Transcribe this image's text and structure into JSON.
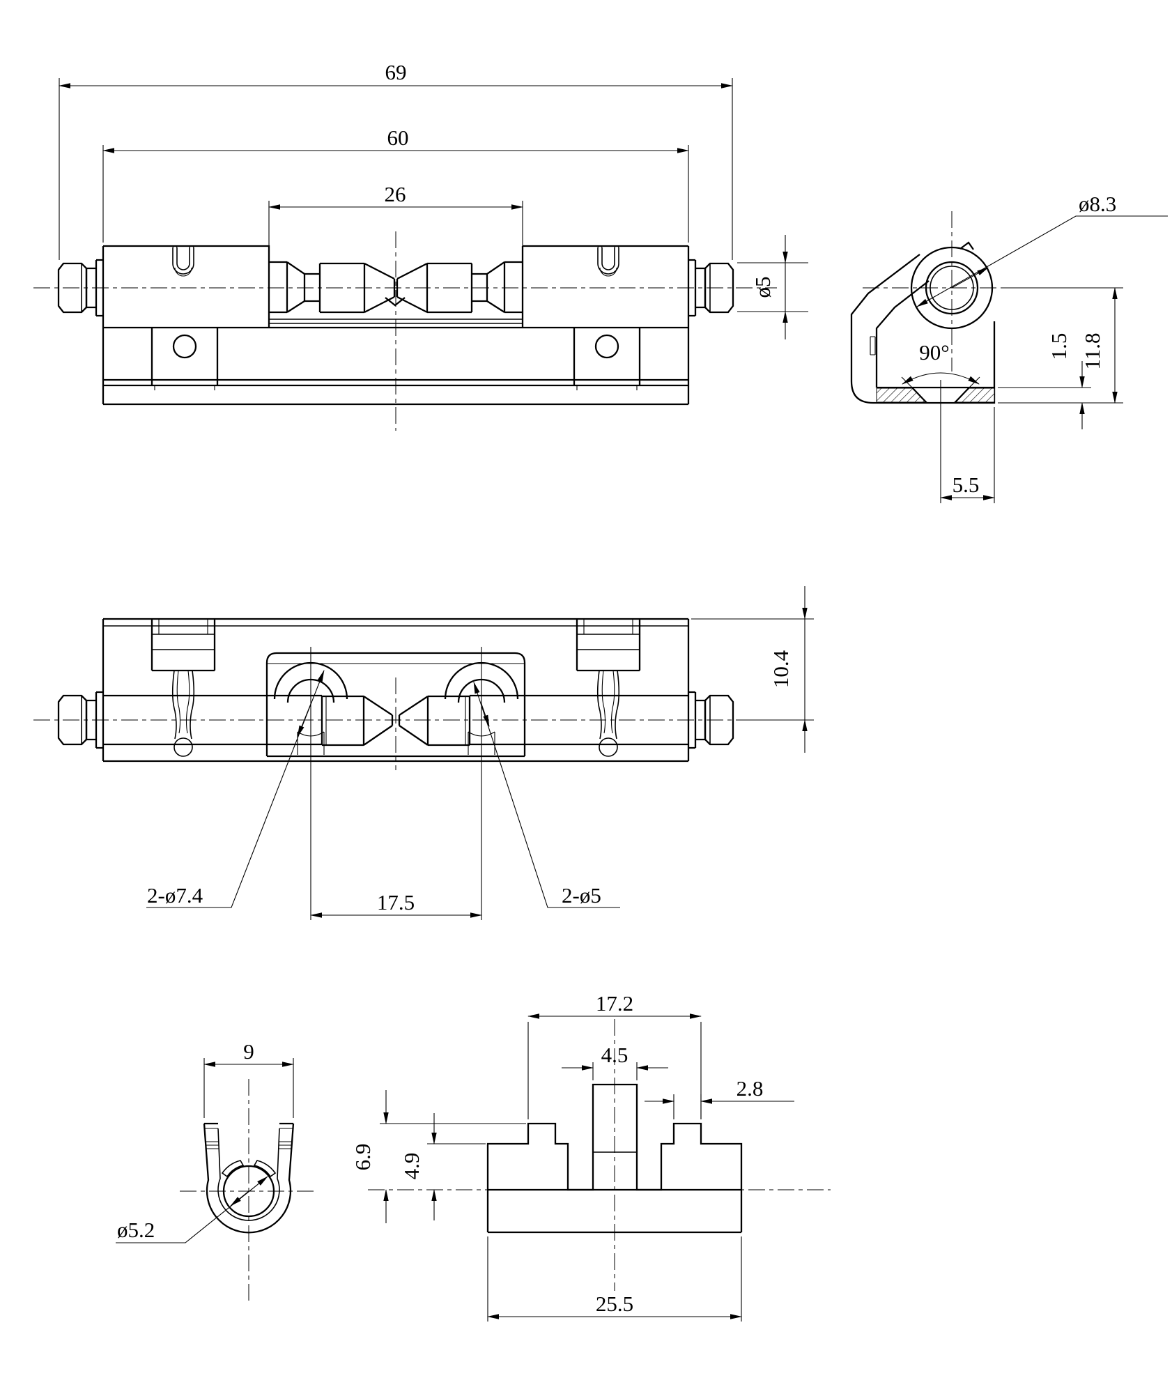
{
  "drawing": {
    "background": "#ffffff",
    "line_color": "#000000",
    "views": {
      "front": {
        "title": "front-view",
        "dims": {
          "overall_length": "69",
          "body_length": "60",
          "roller_span": "26",
          "pin_diameter": "ø5"
        }
      },
      "side": {
        "title": "side-view",
        "dims": {
          "boss_diameter": "ø8.3",
          "countersink_angle": "90°",
          "plate_thickness": "1.5",
          "center_height": "11.8",
          "countersink_offset": "5.5"
        }
      },
      "bottom": {
        "title": "bottom-view",
        "dims": {
          "center_offset": "10.4",
          "counterbores": "2-ø7.4",
          "hole_spacing": "17.5",
          "holes": "2-ø5"
        }
      },
      "clip": {
        "title": "spring-clip-view",
        "dims": {
          "width": "9",
          "bore_diameter": "ø5.2"
        }
      },
      "rail": {
        "title": "rail-section-view",
        "dims": {
          "tab_span": "17.2",
          "post_width": "4.5",
          "tab_width": "2.8",
          "tab_height": "6.9",
          "shoulder_height": "4.9",
          "base_width": "25.5"
        }
      }
    }
  }
}
